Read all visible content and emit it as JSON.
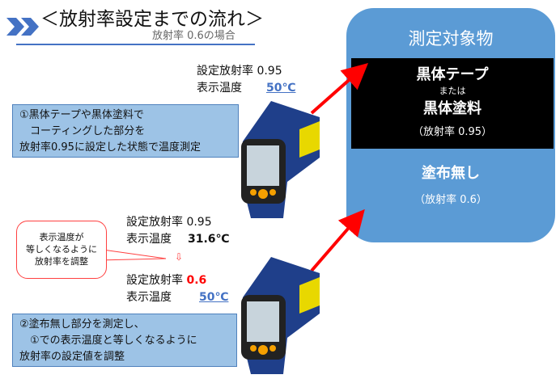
{
  "header": {
    "title": "＜放射率設定までの流れ＞",
    "subtitle": "放射率 0.6の場合"
  },
  "step1": {
    "label_emissivity": "設定放射率",
    "emissivity": "0.95",
    "label_temp": "表示温度",
    "temp": "50℃",
    "box_lines": [
      "①黒体テープや黒体塗料で",
      "　コーティングした部分を",
      "放射率0.95に設定した状態で温度測定"
    ]
  },
  "step2": {
    "before_label_emissivity": "設定放射率",
    "before_emissivity": "0.95",
    "before_label_temp": "表示温度",
    "before_temp": "31.6℃",
    "arrow": "⇩",
    "after_label_emissivity": "設定放射率",
    "after_emissivity": "0.6",
    "after_label_temp": "表示温度",
    "after_temp": "50℃",
    "callout_lines": [
      "表示温度が",
      "等しくなるように",
      "放射率を調整"
    ],
    "box_lines": [
      "②塗布無し部分を測定し、",
      "　①での表示温度と等しくなるように",
      "放射率の設定値を調整"
    ]
  },
  "target_panel": {
    "title": "測定対象物",
    "black_line1": "黒体テープ",
    "black_line2": "または",
    "black_line3": "黒体塗料",
    "black_line4": "（放射率 0.95）",
    "uncoated": "塗布無し",
    "uncoated_emissivity": "（放射率 0.6）"
  },
  "colors": {
    "accent": "#4472c4",
    "panel": "#5b9bd5",
    "box": "#9dc3e6",
    "laser": "#ff0000"
  }
}
